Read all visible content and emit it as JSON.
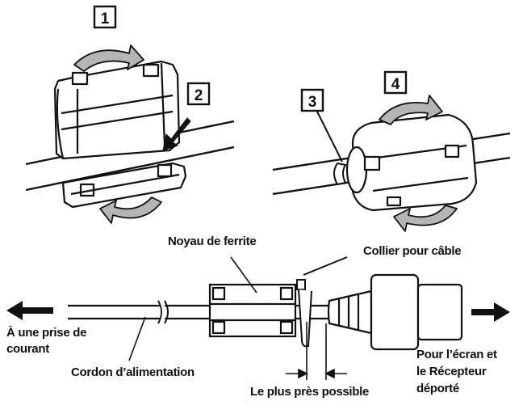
{
  "steps": [
    "1",
    "2",
    "3",
    "4"
  ],
  "labels": {
    "ferrite_core": "Noyau de ferrite",
    "cable_tie": "Collier pour câble",
    "to_outlet_line1": "À une prise de",
    "to_outlet_line2": "courant",
    "power_cord": "Cordon d’alimentation",
    "closest_possible": "Le plus près possible",
    "to_screen_line1": "Pour l’écran et",
    "to_screen_line2": "le Récepteur",
    "to_screen_line3": "déporté"
  },
  "colors": {
    "line": "#111111",
    "arrow_fill": "#b5b5b5",
    "body_fill": "#ffffff"
  }
}
